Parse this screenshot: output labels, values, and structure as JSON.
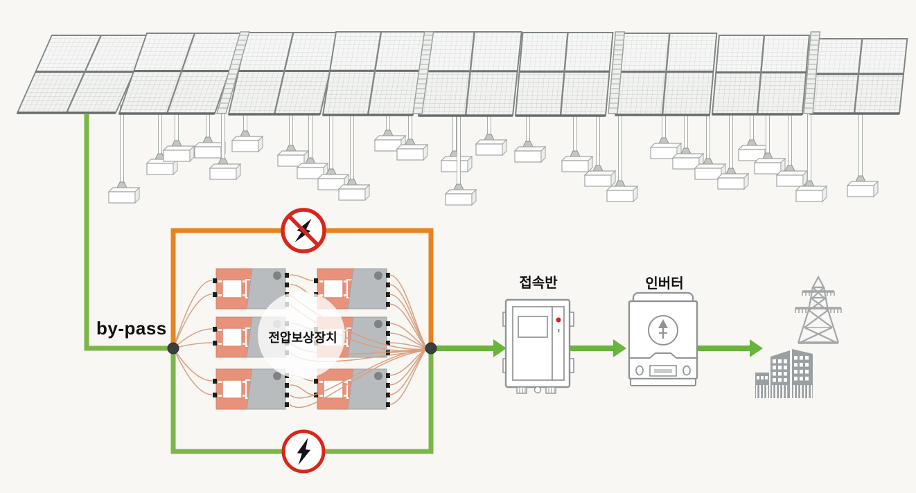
{
  "diagram": {
    "type": "solar-pv-power-flow",
    "labels": {
      "bypass": "by-pass",
      "voltage_compensator": "전압보상장치",
      "junction_box": "접속반",
      "inverter": "인버터"
    },
    "flow_sequence": [
      "solar-array",
      "voltage-compensator-bank",
      "junction-box",
      "inverter",
      "grid-and-load"
    ],
    "compensator_unit_count": 6,
    "icons": {
      "blocked_path": "no-current-prohibition-icon",
      "surge_path": "lightning-icon",
      "grid": "transmission-tower-icon",
      "load": "building-icon"
    },
    "colors": {
      "bypass_green": "#7ab648",
      "blocked_orange": "#e8831f",
      "alert_red": "#d9251c",
      "wire_tan": "#d99d7d",
      "device_salmon": "#e8927b",
      "device_gray": "#b9bcbe",
      "outline_gray": "#8f9493",
      "grid_icon_gray": "#a3a7a9"
    }
  }
}
